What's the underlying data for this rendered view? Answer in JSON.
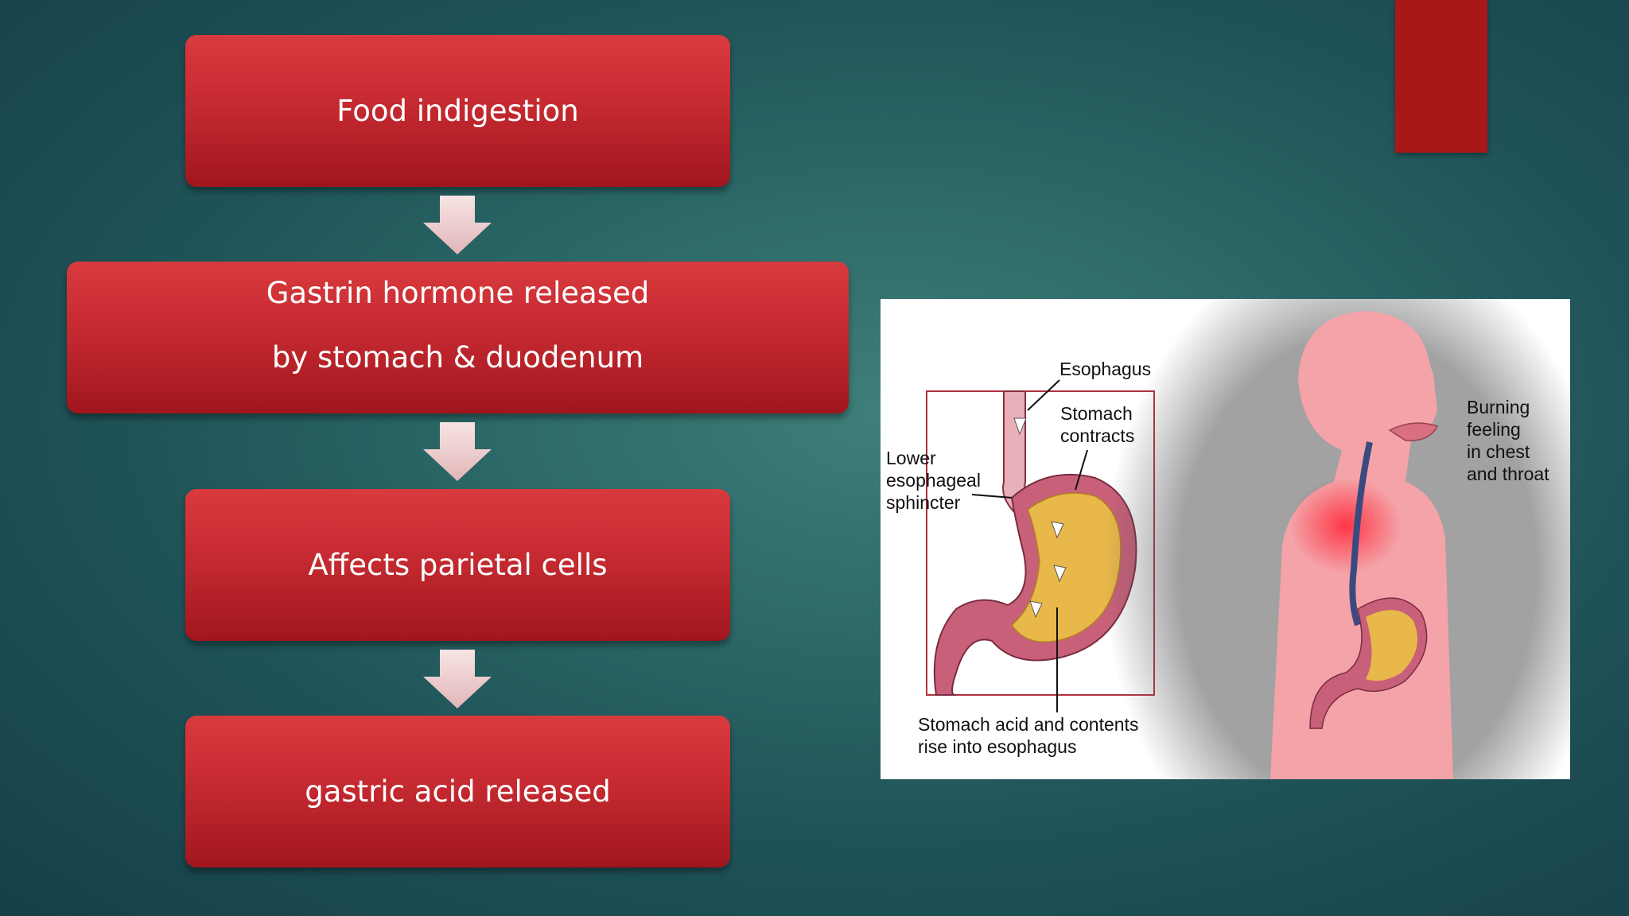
{
  "flowchart": {
    "box1": "Food indigestion",
    "box2_line1": "Gastrin  hormone released",
    "box2_line2": "by stomach & duodenum",
    "box3": "Affects parietal cells",
    "box4": "gastric acid released"
  },
  "figure": {
    "label_esophagus": "Esophagus",
    "label_stomach_contracts": "Stomach\ncontracts",
    "label_les": "Lower\nesophageal\nsphincter",
    "label_acid": "Stomach acid and contents\nrise into esophagus",
    "label_burning": "Burning\nfeeling\nin chest\nand throat"
  },
  "colors": {
    "box_red": "#c62a31",
    "corner_bar": "#a81818",
    "arrow_fill": "#f2d7d8",
    "skin": "#f4a3a8",
    "acid_yellow": "#e8b84a"
  }
}
